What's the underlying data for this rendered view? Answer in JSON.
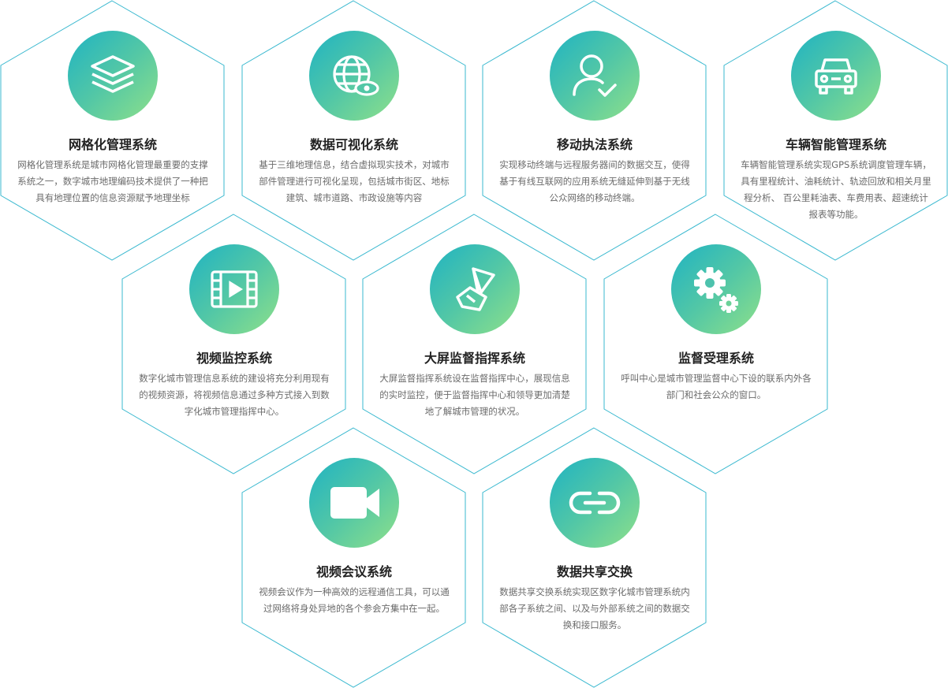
{
  "colors": {
    "hex_border": "#39b8cf",
    "circle_gradient": [
      "#1fb3c3",
      "#52c7a6",
      "#8ee08a"
    ],
    "title_text": "#222222",
    "desc_text": "#6b6b6b"
  },
  "items": [
    {
      "icon": "layers-icon",
      "title": "网格化管理系统",
      "desc": "网格化管理系统是城市网格化管理最重要的支撑系统之一，数字城市地理编码技术提供了一种把具有地理位置的信息资源赋予地理坐标"
    },
    {
      "icon": "globe-eye-icon",
      "title": "数据可视化系统",
      "desc": "基于三维地理信息，结合虚拟现实技术，对城市部件管理进行可视化呈现，包括城市街区、地标建筑、城市道路、市政设施等内容"
    },
    {
      "icon": "user-check-icon",
      "title": "移动执法系统",
      "desc": "实现移动终端与远程服务器间的数据交互，使得基于有线互联网的应用系统无缝延伸到基于无线公众网络的移动终端。"
    },
    {
      "icon": "car-icon",
      "title": "车辆智能管理系统",
      "desc": "车辆智能管理系统实现GPS系统调度管理车辆，具有里程统计、油耗统计、轨迹回放和相关月里程分析、 百公里耗油表、车费用表、超速统计报表等功能。"
    },
    {
      "icon": "video-film-icon",
      "title": "视频监控系统",
      "desc": "数字化城市管理信息系统的建设将充分利用现有的视频资源，将视频信息通过多种方式接入到数字化城市管理指挥中心。"
    },
    {
      "icon": "hand-flag-icon",
      "title": "大屏监督指挥系统",
      "desc": "大屏监督指挥系统设在监督指挥中心，展现信息的实时监控，便于监督指挥中心和领导更加清楚地了解城市管理的状况。"
    },
    {
      "icon": "gears-icon",
      "title": "监督受理系统",
      "desc": "呼叫中心是城市管理监督中心下设的联系内外各部门和社会公众的窗口。"
    },
    {
      "icon": "video-camera-icon",
      "title": "视频会议系统",
      "desc": "视频会议作为一种高效的远程通信工具，可以通过网络将身处异地的各个参会方集中在一起。"
    },
    {
      "icon": "link-icon",
      "title": "数据共享交换",
      "desc": "数据共享交换系统实现区数字化城市管理系统内部各子系统之间、以及与外部系统之间的数据交换和接口服务。"
    }
  ]
}
